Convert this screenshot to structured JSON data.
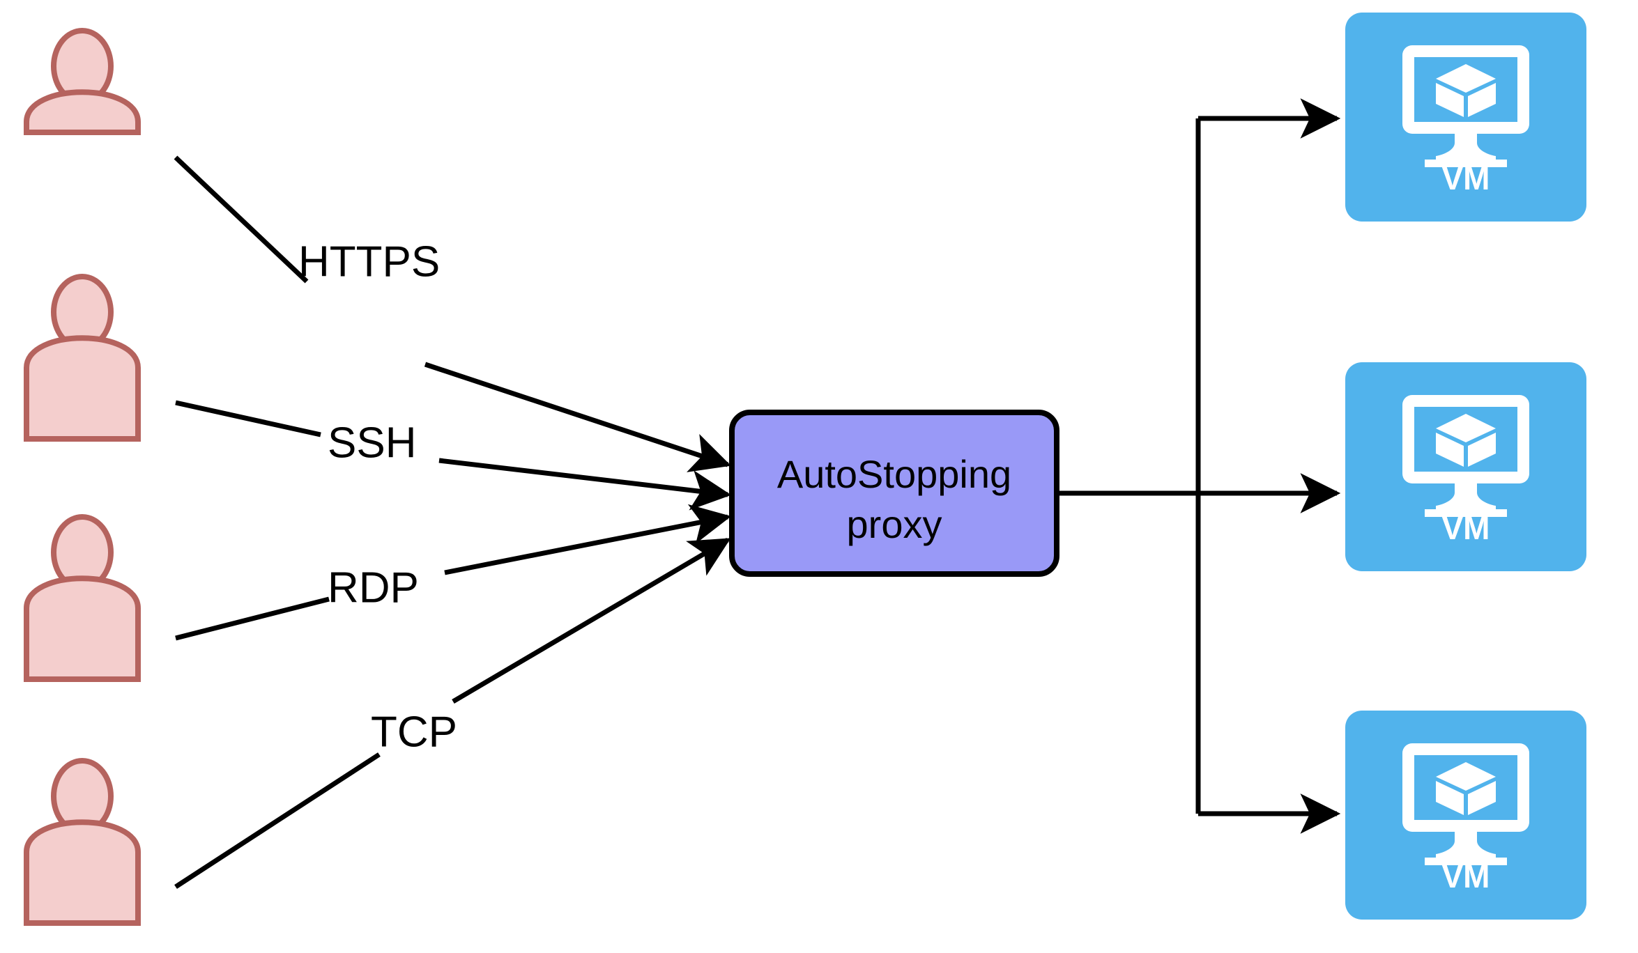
{
  "diagram": {
    "title": "AutoStopping proxy traffic routing",
    "background_color": "#ffffff",
    "clients": {
      "icon_name": "user-person-icon",
      "fill_color": "#f4cecd",
      "stroke_color": "#b5635e",
      "count": 4,
      "items": [
        {
          "id": "client-1",
          "protocol": "HTTPS"
        },
        {
          "id": "client-2",
          "protocol": "SSH"
        },
        {
          "id": "client-3",
          "protocol": "RDP"
        },
        {
          "id": "client-4",
          "protocol": "TCP"
        }
      ]
    },
    "edges": {
      "inbound_labels": [
        "HTTPS",
        "SSH",
        "RDP",
        "TCP"
      ],
      "stroke_color": "#000000"
    },
    "proxy": {
      "id": "autostopping-proxy",
      "line1": "AutoStopping",
      "line2": "proxy",
      "fill_color": "#9999f7",
      "stroke_color": "#000000"
    },
    "targets": {
      "icon_name": "virtual-machine-monitor-cube-icon",
      "fill_color": "#51b3ec",
      "label_color": "#ffffff",
      "items": [
        {
          "id": "vm-1",
          "label": "VM"
        },
        {
          "id": "vm-2",
          "label": "VM"
        },
        {
          "id": "vm-3",
          "label": "VM"
        }
      ]
    }
  }
}
